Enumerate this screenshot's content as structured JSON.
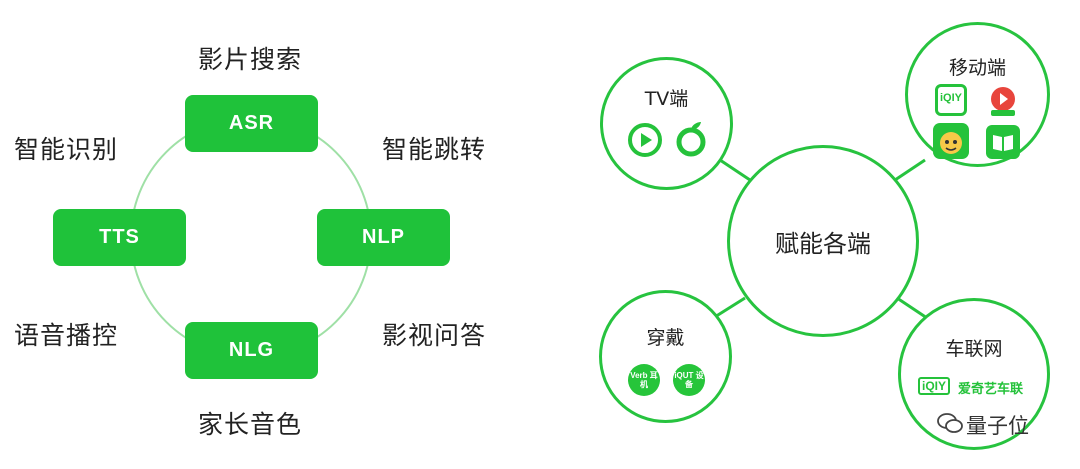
{
  "left": {
    "boxes": {
      "top": "ASR",
      "left": "TTS",
      "right": "NLP",
      "bottom": "NLG"
    },
    "labels": {
      "top": "影片搜索",
      "upper_left": "智能识别",
      "upper_right": "智能跳转",
      "lower_left": "语音播控",
      "lower_right": "影视问答",
      "bottom": "家长音色"
    }
  },
  "right": {
    "center": "赋能各端",
    "tv": {
      "title": "TV端"
    },
    "mobile": {
      "title": "移动端",
      "iqiyi_logo": "iQIY"
    },
    "wearable": {
      "title": "穿戴",
      "badges": [
        "Verb 耳机",
        "iQUT 设备"
      ]
    },
    "car": {
      "title": "车联网",
      "logo_text": "iQIY",
      "brand": "爱奇艺车联"
    }
  },
  "watermark": "量子位",
  "colors": {
    "accent": "#1fc23a",
    "ring": "#8fdc98"
  }
}
